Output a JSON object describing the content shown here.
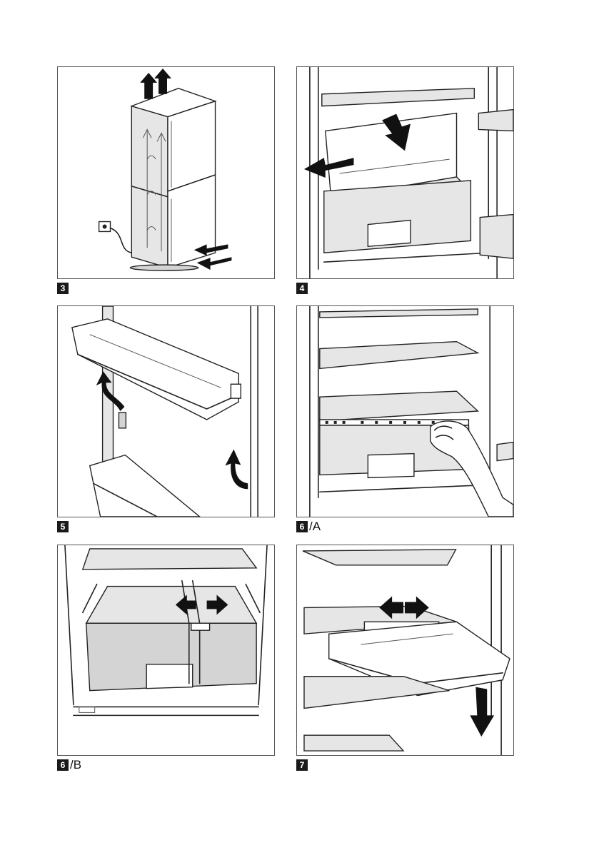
{
  "figures": [
    {
      "number": "3",
      "suffix": ""
    },
    {
      "number": "4",
      "suffix": ""
    },
    {
      "number": "5",
      "suffix": ""
    },
    {
      "number": "6",
      "suffix": "/A"
    },
    {
      "number": "6",
      "suffix": "/B"
    },
    {
      "number": "7",
      "suffix": ""
    }
  ],
  "icons": {
    "arrow": "arrow-icon",
    "plug": "power-plug-icon",
    "hand": "hand-icon"
  }
}
